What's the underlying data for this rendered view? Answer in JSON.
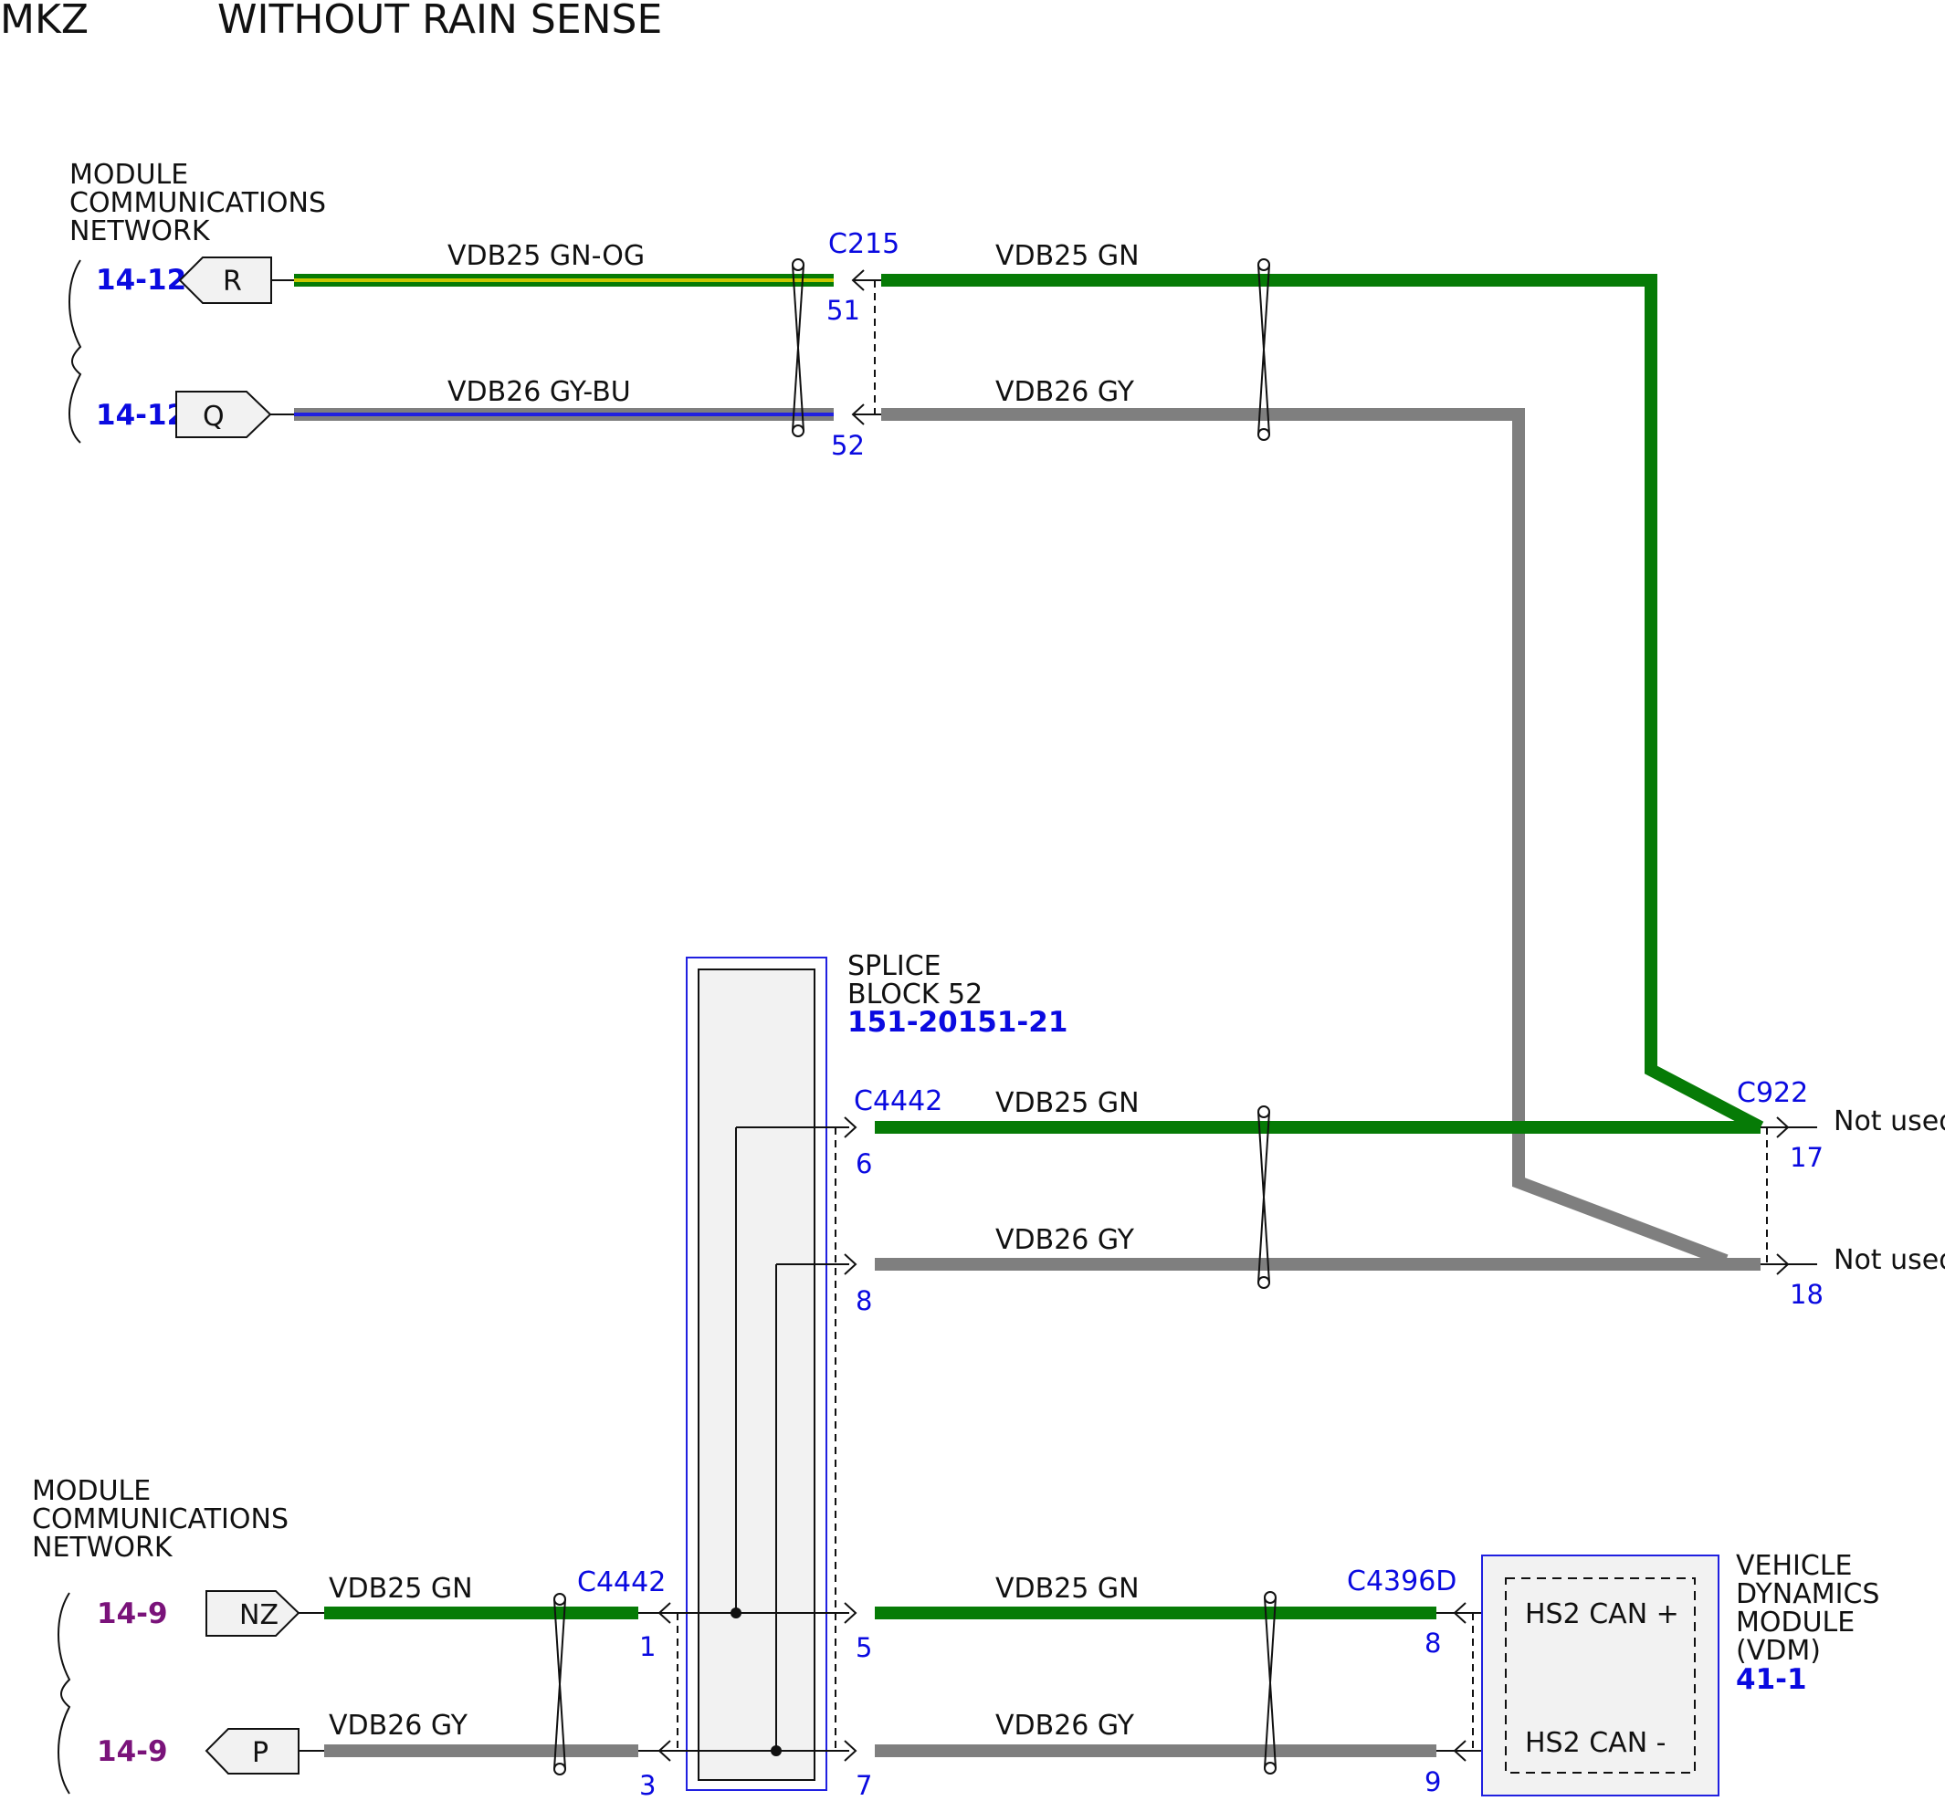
{
  "header": {
    "model": "MKZ",
    "variant": "WITHOUT RAIN SENSE"
  },
  "colors": {
    "green": "#067b06",
    "gray": "#7f7f7f",
    "yellow": "#c8c800",
    "blue": "#2020e0",
    "link_blue": "#0a0ae0",
    "purple": "#7a137a",
    "box_fill": "#f2f2f2"
  },
  "top_network": {
    "title_lines": [
      "MODULE",
      "COMMUNICATIONS",
      "NETWORK"
    ],
    "refs": [
      "14-12",
      "14-12"
    ],
    "tags": [
      "R",
      "Q"
    ]
  },
  "bottom_network": {
    "title_lines": [
      "MODULE",
      "COMMUNICATIONS",
      "NETWORK"
    ],
    "refs": [
      "14-9",
      "14-9"
    ],
    "tags": [
      "NZ",
      "P"
    ]
  },
  "wire_labels": {
    "top_left_1": "VDB25  GN-OG",
    "top_left_2": "VDB26  GY-BU",
    "top_right_1": "VDB25  GN",
    "top_right_2": "VDB26  GY",
    "mid_1": "VDB25  GN",
    "mid_2": "VDB26  GY",
    "bot_left_1": "VDB25  GN",
    "bot_left_2": "VDB26  GY",
    "bot_right_1": "VDB25  GN",
    "bot_right_2": "VDB26  GY"
  },
  "connectors": {
    "c215": {
      "name": "C215",
      "pins": [
        "51",
        "52"
      ]
    },
    "c4442_top": {
      "name": "C4442",
      "pins": [
        "6",
        "8"
      ]
    },
    "c4442_left": {
      "name": "C4442",
      "pins": [
        "1",
        "3"
      ]
    },
    "c4442_right": {
      "pins": [
        "5",
        "7"
      ]
    },
    "c922": {
      "name": "C922",
      "pins": [
        "17",
        "18"
      ]
    },
    "c4396d": {
      "name": "C4396D",
      "pins": [
        "8",
        "9"
      ]
    }
  },
  "not_used": [
    "Not used",
    "Not used"
  ],
  "splice": {
    "lines": [
      "SPLICE",
      "BLOCK 52"
    ],
    "ref": "151-20151-21"
  },
  "vdm": {
    "lines": [
      "VEHICLE",
      "DYNAMICS",
      "MODULE",
      "(VDM)"
    ],
    "ref": "41-1",
    "pins": [
      "HS2 CAN +",
      "HS2 CAN -"
    ]
  }
}
